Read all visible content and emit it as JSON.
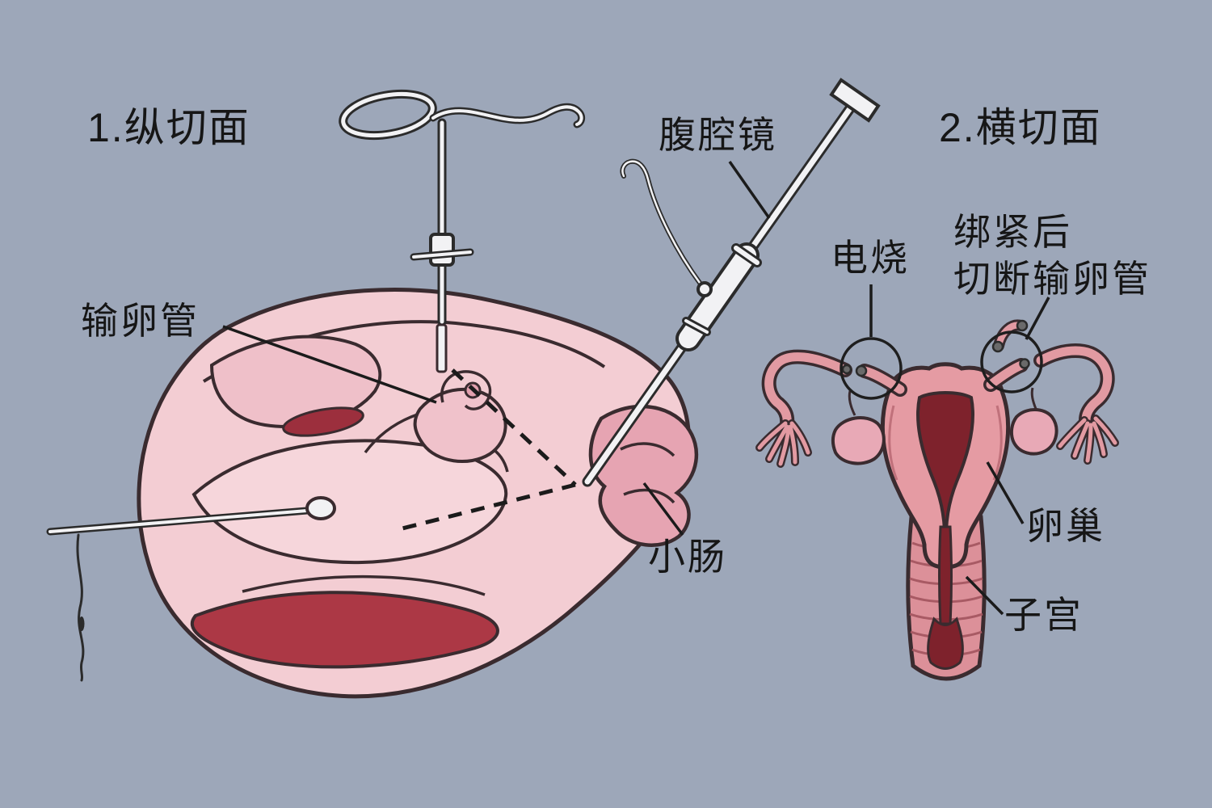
{
  "labels": {
    "section1": "1.纵切面",
    "fallopian_tube": "输卵管",
    "laparoscope": "腹腔镜",
    "section2": "2.横切面",
    "electrocautery": "电烧",
    "ligation_line1": "绑紧后",
    "ligation_line2": "切断输卵管",
    "small_intestine": "小肠",
    "ovary": "卵巢",
    "uterus": "子宫"
  },
  "colors": {
    "background": "#9DA7B9",
    "outline": "#3A2B2F",
    "tissue_light_pink": "#F3CDD3",
    "tissue_mid_pink": "#EFC0C9",
    "organ_pink": "#E59BA3",
    "deep_red_cavity": "#7E222C",
    "dark_red_fold": "#AC3845",
    "slit_red": "#9C2F3D",
    "instrument_white": "#F2F2F4",
    "cautery_gray": "#6A6A6A"
  }
}
